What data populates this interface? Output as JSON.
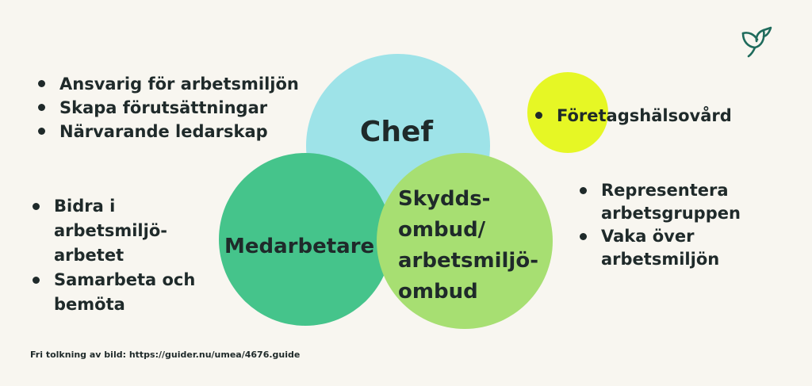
{
  "circles": {
    "chef": {
      "label": "Chef",
      "color": "#9ee3e8"
    },
    "medarbetare": {
      "label": "Medarbetare",
      "color": "#45c48b"
    },
    "skyddsombud": {
      "label_lines": [
        "Skydds-",
        "ombud/",
        "arbetsmiljö-",
        "ombud"
      ],
      "color": "#a7df72"
    },
    "foretagshalsovard": {
      "color": "#e6f725"
    }
  },
  "bullets": {
    "chef": [
      "Ansvarig för arbetsmiljön",
      "Skapa förutsättningar",
      "Närvarande ledarskap"
    ],
    "medarbetare": [
      "Bidra i arbetsmiljö-arbetet",
      "Samarbeta och bemöta"
    ],
    "foretagshalsovard": [
      "Företagshälsovård"
    ],
    "skyddsombud": [
      "Representera arbetsgruppen",
      "Vaka över arbetsmiljön"
    ]
  },
  "footnote": "Fri tolkning av bild: https://guider.nu/umea/4676.guide",
  "logo": {
    "icon": "leaf-bird-logo",
    "color": "#1f6b5c"
  }
}
